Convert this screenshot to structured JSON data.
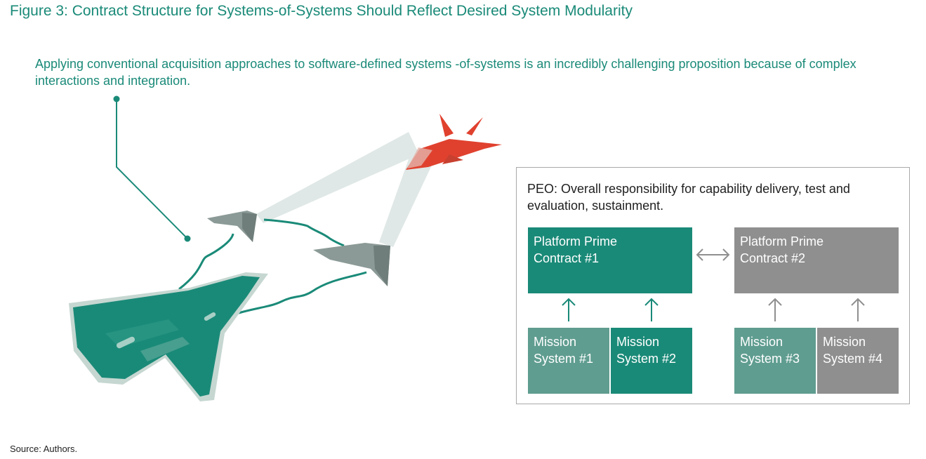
{
  "figure_title": "Figure 3: Contract Structure for Systems-of-Systems Should Reflect Desired System Modularity",
  "intro_text": "Applying conventional acquisition approaches to software-defined systems -of-systems is an incredibly challenging proposition because of complex interactions and integration.",
  "peo": {
    "text": "PEO: Overall responsibility for capability delivery, test and evaluation, sustainment.",
    "prime1": {
      "line1": "Platform Prime",
      "line2": "Contract #1"
    },
    "prime2": {
      "line1": "Platform Prime",
      "line2": "Contract #2"
    },
    "mission1": {
      "line1": "Mission",
      "line2": "System #1"
    },
    "mission2": {
      "line1": "Mission",
      "line2": "System #2"
    },
    "mission3": {
      "line1": "Mission",
      "line2": "System #3"
    },
    "mission4": {
      "line1": "Mission",
      "line2": "System #4"
    }
  },
  "source": "Source: Authors.",
  "colors": {
    "teal": "#1a8a78",
    "teal_light": "#5f9d90",
    "gray": "#8f8f8f",
    "enemy_red": "#e0412e"
  }
}
